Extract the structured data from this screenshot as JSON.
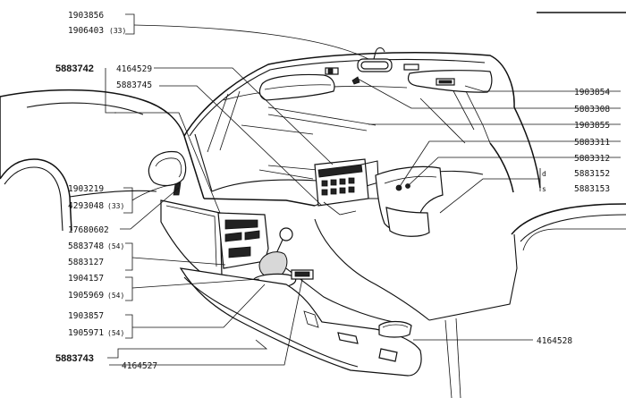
{
  "labels": {
    "p1903856": "1903856",
    "p1906403": "1906403",
    "s1906403": "(33)",
    "p5883742": "5883742",
    "p4164529": "4164529",
    "p5883745": "5883745",
    "p1903854": "1903854",
    "p5883308": "5883308",
    "p1903855": "1903855",
    "p5883311": "5883311",
    "p5883312": "5883312",
    "p5883152": "5883152",
    "m5883152": "d",
    "p5883153": "5883153",
    "m5883153": "s",
    "p1903219": "1903219",
    "p4293048": "4293048",
    "s4293048": "(33)",
    "p17680602": "17680602",
    "p5883748": "5883748",
    "s5883748": "(54)",
    "p5883127": "5883127",
    "p1904157": "1904157",
    "p1905969": "1905969",
    "s1905969": "(54)",
    "p1903857": "1903857",
    "p1905971": "1905971",
    "s1905971": "(54)",
    "p5883743": "5883743",
    "p4164527": "4164527",
    "p4164528": "4164528"
  }
}
